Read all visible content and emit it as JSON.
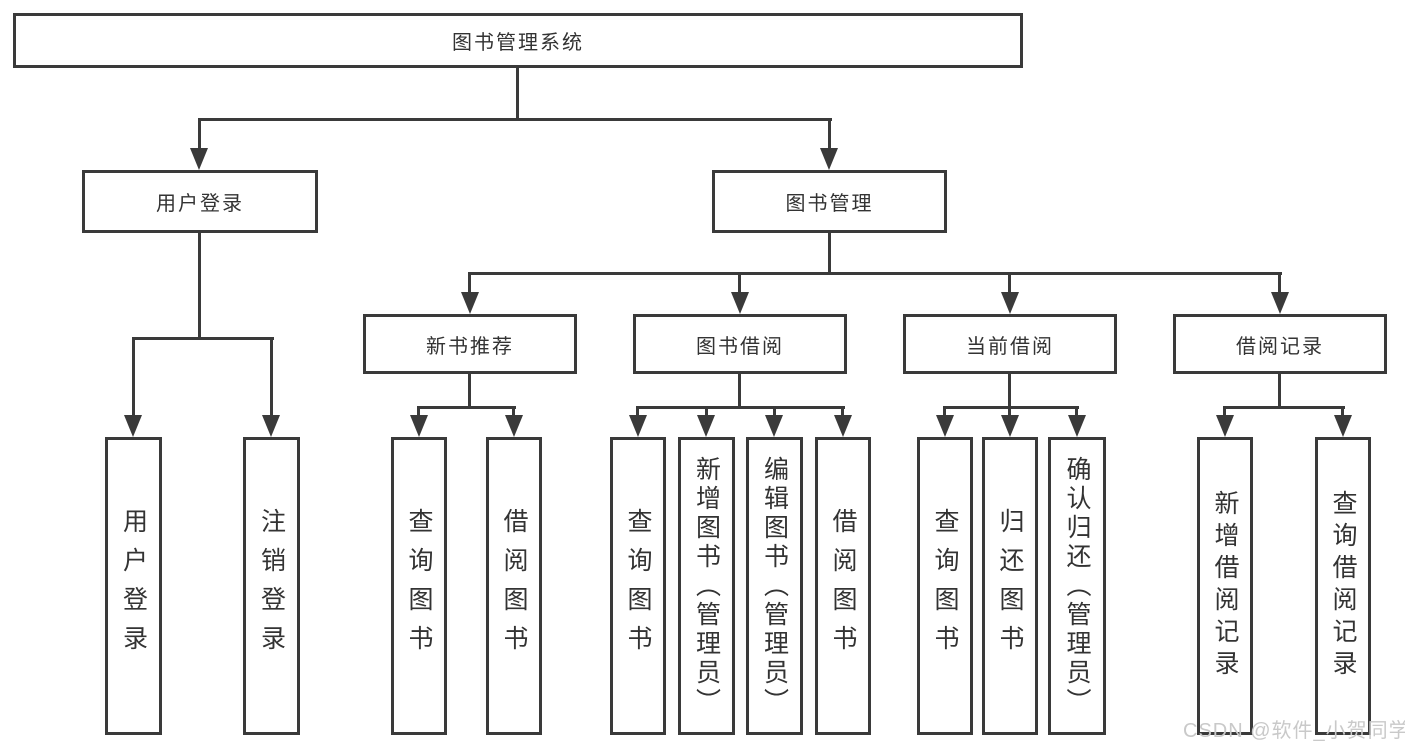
{
  "tree": {
    "root": {
      "label": "图书管理系统"
    },
    "branches": [
      {
        "label": "用户登录",
        "children": [
          {
            "label": "用户登录"
          },
          {
            "label": "注销登录"
          }
        ]
      },
      {
        "label": "图书管理",
        "children": [
          {
            "label": "新书推荐",
            "children": [
              {
                "label": "查询图书"
              },
              {
                "label": "借阅图书"
              }
            ]
          },
          {
            "label": "图书借阅",
            "children": [
              {
                "label": "查询图书"
              },
              {
                "label": "新增图书（管理员）"
              },
              {
                "label": "编辑图书（管理员）"
              },
              {
                "label": "借阅图书"
              }
            ]
          },
          {
            "label": "当前借阅",
            "children": [
              {
                "label": "查询图书"
              },
              {
                "label": "归还图书"
              },
              {
                "label": "确认归还（管理员）"
              }
            ]
          },
          {
            "label": "借阅记录",
            "children": [
              {
                "label": "新增借阅记录"
              },
              {
                "label": "查询借阅记录"
              }
            ]
          }
        ]
      }
    ]
  },
  "watermark": "CSDN @软件_小贺同学",
  "colors": {
    "line": "#3a3a3a",
    "text": "#333333",
    "background": "#ffffff",
    "watermark": "#c9c9c9"
  }
}
